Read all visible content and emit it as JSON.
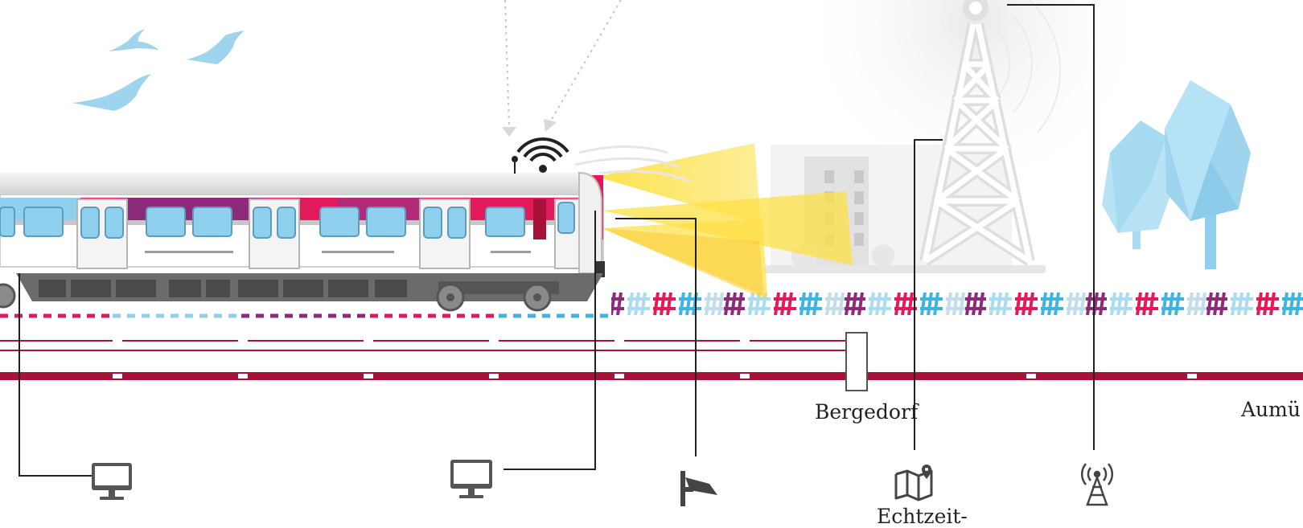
{
  "stations": [
    {
      "name": "Bergedorf"
    },
    {
      "name": "Aumü"
    }
  ],
  "feature_labels": {
    "realtime_map": "Echtzeit-"
  },
  "icons": [
    {
      "name": "monitor-icon"
    },
    {
      "name": "monitor-icon"
    },
    {
      "name": "cctv-camera-icon"
    },
    {
      "name": "map-pin-icon"
    },
    {
      "name": "radio-tower-icon"
    }
  ],
  "colors": {
    "rail_crimson": "#a8123a",
    "train_pink": "#e2195b",
    "train_magenta": "#8e2a7a",
    "window_blue": "#8fd0ee",
    "light_beam": "#fde046",
    "tree_blue": "#a9dcf2",
    "bird_blue": "#9fd4ef"
  }
}
